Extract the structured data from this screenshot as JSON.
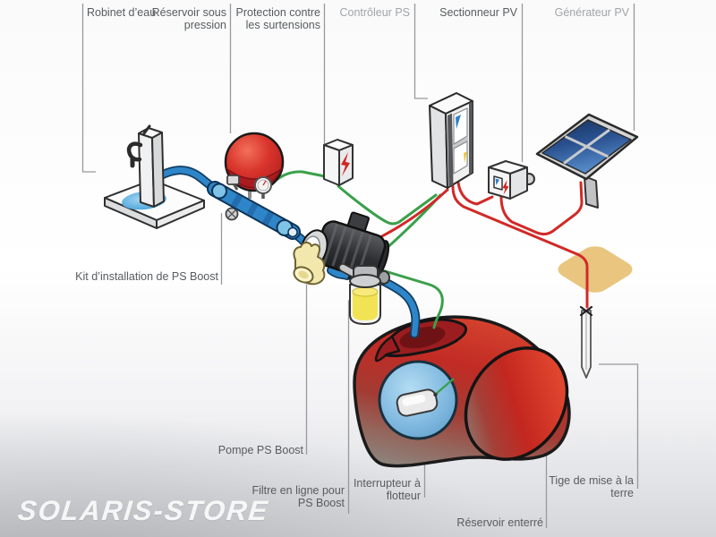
{
  "watermark": {
    "text": "SOLARIS-STORE",
    "color": "#ffffff"
  },
  "labels": {
    "water_tap": {
      "text": "Robinet d’eau",
      "color": "#575c5f"
    },
    "pressure_tank": {
      "text": "Réservoir sous pression",
      "color": "#575c5f"
    },
    "surge_protection": {
      "text": "Protection contre les surtensions",
      "color": "#575c5f"
    },
    "ps_controller": {
      "text": "Contrôleur PS",
      "color": "#a0a5a8"
    },
    "pv_disconnect": {
      "text": "Sectionneur PV",
      "color": "#575c5f"
    },
    "pv_generator": {
      "text": "Générateur PV",
      "color": "#a0a5a8"
    },
    "install_kit": {
      "text": "Kit d’installation de PS Boost",
      "color": "#575c5f"
    },
    "pump": {
      "text": "Pompe PS Boost",
      "color": "#575c5f"
    },
    "inline_filter": {
      "text": "Filtre en ligne pour PS Boost",
      "color": "#575c5f"
    },
    "float_switch": {
      "text": "Interrupteur à flotteur",
      "color": "#575c5f"
    },
    "buried_tank": {
      "text": "Réservoir enterré",
      "color": "#575c5f"
    },
    "ground_rod": {
      "text": "Tige de mise à la terre",
      "color": "#575c5f"
    }
  },
  "palette": {
    "water_pipe": "#2e86c8",
    "power_wire_red": "#d02a28",
    "signal_wire_green": "#3aa04a",
    "pressure_tank_red": "#d8342b",
    "buried_tank_red": "#c1352c",
    "pv_cell_blue": "#2a5190",
    "filter_liquid_yellow": "#f2e354",
    "float_cutaway_blue": "#7cb6de",
    "ground_patch_sand": "#e9c57f",
    "leader_line_gray": "#97999c"
  },
  "icons": {
    "surge_lightning": "lightning-icon",
    "disconnect_lightning": "lightning-icon"
  }
}
